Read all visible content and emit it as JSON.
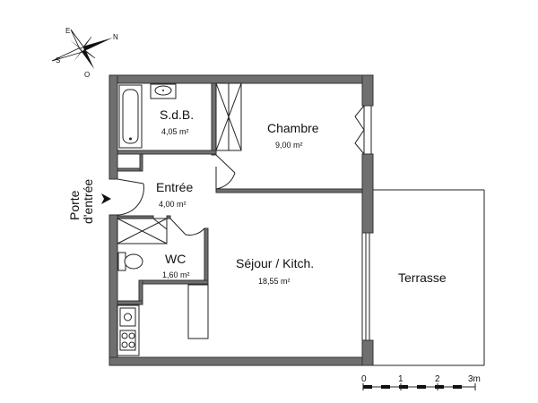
{
  "rooms": {
    "sdb": {
      "name": "S.d.B.",
      "area": "4,05 m²"
    },
    "chambre": {
      "name": "Chambre",
      "area": "9,00 m²"
    },
    "entree": {
      "name": "Entrée",
      "area": "4,00 m²"
    },
    "wc": {
      "name": "WC",
      "area": "1,60 m²"
    },
    "sejour": {
      "name": "Séjour / Kitch.",
      "area": "18,55 m²"
    },
    "terrasse": {
      "name": "Terrasse"
    }
  },
  "entrance_label": {
    "line1": "Porte",
    "line2": "d'entrée"
  },
  "compass": {
    "n": "N",
    "e": "E",
    "s": "S",
    "o": "O"
  },
  "scale": {
    "ticks": [
      "0",
      "1",
      "2",
      "3m"
    ]
  }
}
